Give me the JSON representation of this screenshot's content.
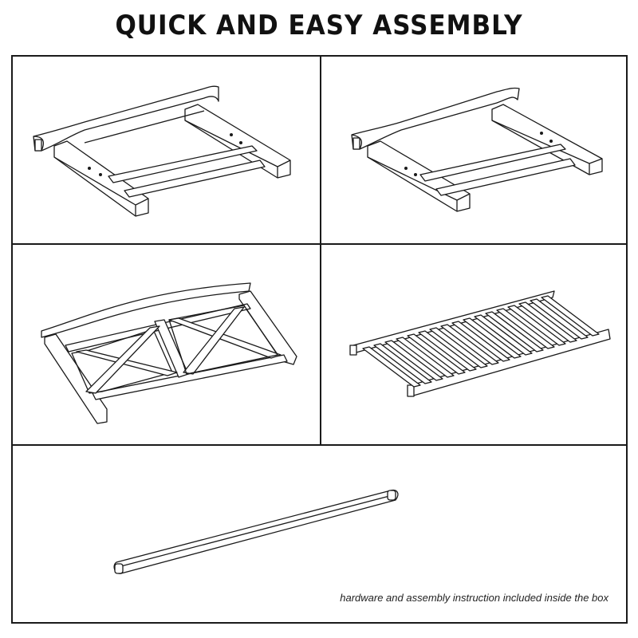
{
  "header": {
    "title": "QUICK AND EASY ASSEMBLY"
  },
  "panels": [
    {
      "part": "left-side-frame"
    },
    {
      "part": "right-side-frame"
    },
    {
      "part": "backrest-with-x-panels"
    },
    {
      "part": "slatted-seat"
    },
    {
      "part": "support-rail"
    }
  ],
  "footer": {
    "note": "hardware and assembly instruction included inside the box"
  },
  "colors": {
    "line": "#1a1a1a",
    "background": "#ffffff"
  }
}
